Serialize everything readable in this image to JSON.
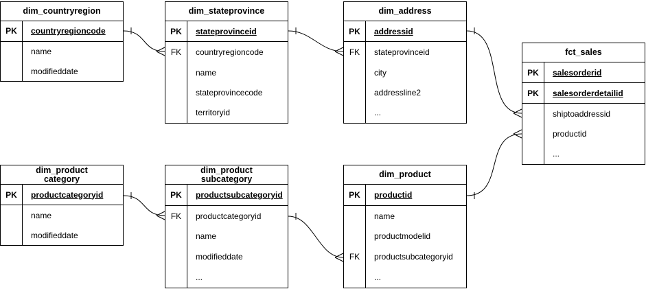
{
  "canvas": {
    "background_color": "#ffffff",
    "line_color": "#000000",
    "text_color": "#000000"
  },
  "tables": [
    {
      "title": "dim_countryregion",
      "rows": [
        {
          "key": "PK",
          "field": "countryregioncode"
        },
        {
          "key": "",
          "field": "name"
        },
        {
          "key": "",
          "field": "modifieddate"
        }
      ]
    },
    {
      "title": "dim_stateprovince",
      "rows": [
        {
          "key": "PK",
          "field": "stateprovinceid"
        },
        {
          "key": "FK",
          "field": "countryregioncode"
        },
        {
          "key": "",
          "field": "name"
        },
        {
          "key": "",
          "field": "stateprovincecode"
        },
        {
          "key": "",
          "field": "territoryid"
        }
      ]
    },
    {
      "title": "dim_address",
      "rows": [
        {
          "key": "PK",
          "field": "addressid"
        },
        {
          "key": "FK",
          "field": "stateprovinceid"
        },
        {
          "key": "",
          "field": "city"
        },
        {
          "key": "",
          "field": "addressline2"
        },
        {
          "key": "",
          "field": "..."
        }
      ]
    },
    {
      "title": "fct_sales",
      "rows": [
        {
          "key": "PK",
          "field": "salesorderid"
        },
        {
          "key": "PK",
          "field": "salesorderdetailid"
        },
        {
          "key": "",
          "field": "shiptoaddressid"
        },
        {
          "key": "",
          "field": "productid"
        },
        {
          "key": "",
          "field": "..."
        }
      ]
    },
    {
      "title": "dim_product\ncategory",
      "rows": [
        {
          "key": "PK",
          "field": "productcategoryid"
        },
        {
          "key": "",
          "field": "name"
        },
        {
          "key": "",
          "field": "modifieddate"
        }
      ]
    },
    {
      "title": "dim_product\nsubcategory",
      "rows": [
        {
          "key": "PK",
          "field": "productsubcategoryid"
        },
        {
          "key": "FK",
          "field": "productcategoryid"
        },
        {
          "key": "",
          "field": "name"
        },
        {
          "key": "",
          "field": "modifieddate"
        },
        {
          "key": "",
          "field": "..."
        }
      ]
    },
    {
      "title": "dim_product",
      "rows": [
        {
          "key": "PK",
          "field": "productid"
        },
        {
          "key": "",
          "field": "name"
        },
        {
          "key": "",
          "field": "productmodelid"
        },
        {
          "key": "FK",
          "field": "productsubcategoryid"
        },
        {
          "key": "",
          "field": "..."
        }
      ]
    }
  ],
  "relationships": [
    {
      "from": "dim_countryregion",
      "to": "dim_stateprovince",
      "from_cardinality": "one",
      "to_cardinality": "many"
    },
    {
      "from": "dim_stateprovince",
      "to": "dim_address",
      "from_cardinality": "one",
      "to_cardinality": "many"
    },
    {
      "from": "dim_address",
      "to": "fct_sales",
      "from_cardinality": "one",
      "to_cardinality": "many"
    },
    {
      "from": "dim_product",
      "to": "fct_sales",
      "from_cardinality": "one",
      "to_cardinality": "many"
    },
    {
      "from": "dim_product category",
      "to": "dim_product subcategory",
      "from_cardinality": "one",
      "to_cardinality": "many"
    },
    {
      "from": "dim_product subcategory",
      "to": "dim_product",
      "from_cardinality": "one",
      "to_cardinality": "many"
    }
  ]
}
